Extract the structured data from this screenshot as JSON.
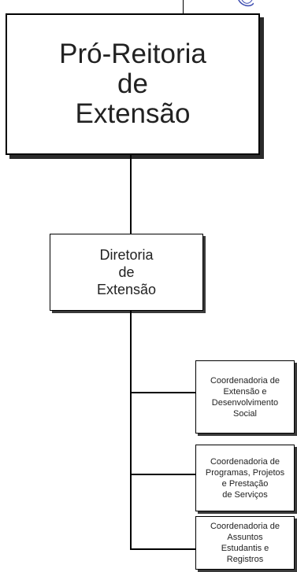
{
  "main_unit": {
    "lines": [
      "Pró-Reitoria",
      "de",
      "Extensão"
    ]
  },
  "directorate": {
    "lines": [
      "Diretoria",
      "de",
      "Extensão"
    ]
  },
  "coordinations": [
    {
      "lines": [
        "Coordenadoria de",
        "Extensão e",
        "Desenvolvimento",
        "Social"
      ]
    },
    {
      "lines": [
        "Coordenadoria de",
        "Programas, Projetos",
        "e Prestação",
        "de Serviços"
      ]
    },
    {
      "lines": [
        "Coordenadoria de",
        "Assuntos",
        "Estudantis e",
        "Registros"
      ]
    }
  ],
  "colors": {
    "lines": "#000000",
    "logo_stroke": "#3b4bb0"
  }
}
